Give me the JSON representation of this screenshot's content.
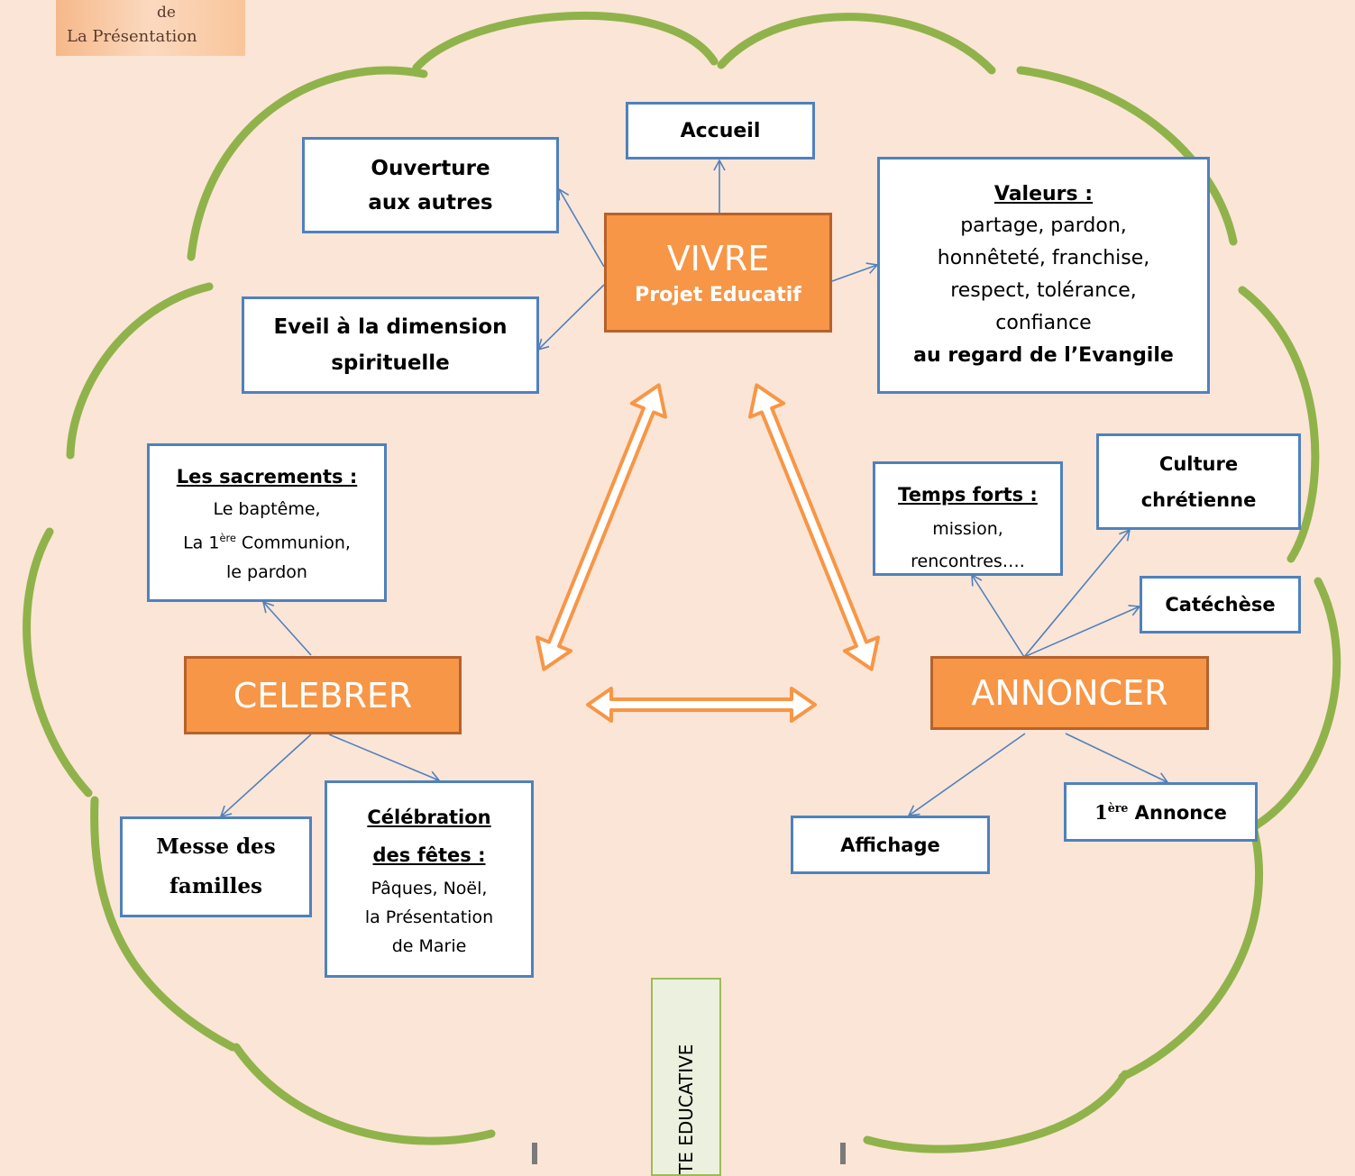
{
  "logo": {
    "line1": "de",
    "line2": "La Présentation"
  },
  "vivre": {
    "title": "VIVRE",
    "subtitle": "Projet Educatif"
  },
  "celebrer": {
    "title": "CELEBRER"
  },
  "annoncer": {
    "title": "ANNONCER"
  },
  "accueil": "Accueil",
  "ouverture": {
    "line1": "Ouverture",
    "line2": "aux autres"
  },
  "eveil": {
    "line1": "Eveil à la dimension",
    "line2": "spirituelle"
  },
  "valeurs": {
    "heading": "Valeurs :",
    "line1": "partage, pardon,",
    "line2": "honnêteté, franchise,",
    "line3": "respect, tolérance,",
    "line4": "confiance",
    "line5": "au regard de l’Evangile"
  },
  "sacrements": {
    "heading": "Les sacrements :",
    "line1": "Le baptême,",
    "line2_pre": "La 1",
    "line2_sup": "ère",
    "line2_post": " Communion,",
    "line3": "le pardon"
  },
  "messe": {
    "line1": "Messe des",
    "line2": "familles"
  },
  "celebration": {
    "heading1": "Célébration",
    "heading2": "des fêtes :",
    "line1": "Pâques, Noël,",
    "line2": "la Présentation",
    "line3": "de Marie"
  },
  "temps_forts": {
    "heading": "Temps forts :",
    "line1": "mission,",
    "line2": "rencontres…."
  },
  "culture": {
    "line1": "Culture",
    "line2": "chrétienne"
  },
  "catechese": "Catéchèse",
  "affichage": "Affichage",
  "annonce": {
    "pre": "1",
    "sup": "ère",
    "post": " Annonce"
  },
  "vertical_label": "TE EDUCATIVE",
  "colors": {
    "cloud": "#8fb34a",
    "box_border": "#4f81bd",
    "orange": "#f79646",
    "orange_border": "#b6622c",
    "background": "#fbe5d6"
  }
}
